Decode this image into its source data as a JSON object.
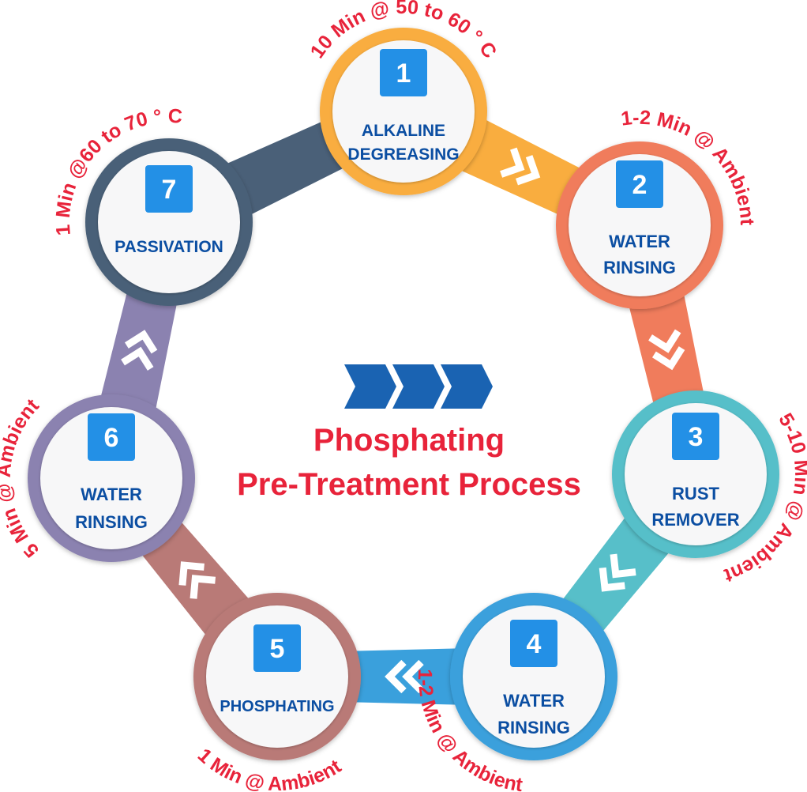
{
  "title": {
    "line1": "Phosphating",
    "line2": "Pre-Treatment Process"
  },
  "steps": [
    {
      "number": "1",
      "label_lines": [
        "ALKALINE",
        "DEGREASING"
      ],
      "timing": "10 Min @ 50 to 60 ° C",
      "color": "#f9ad3f"
    },
    {
      "number": "2",
      "label_lines": [
        "WATER",
        "RINSING"
      ],
      "timing": "1-2 Min @ Ambient",
      "color": "#f07c5c"
    },
    {
      "number": "3",
      "label_lines": [
        "RUST",
        "REMOVER"
      ],
      "timing": "5-10 Min @ Ambient",
      "color": "#57bfc9"
    },
    {
      "number": "4",
      "label_lines": [
        "WATER",
        "RINSING"
      ],
      "timing": "1-2 Min @ Ambient",
      "color": "#3aa0dc"
    },
    {
      "number": "5",
      "label_lines": [
        "PHOSPHATING"
      ],
      "timing": "1 Min @ Ambient",
      "color": "#b97a77"
    },
    {
      "number": "6",
      "label_lines": [
        "WATER",
        "RINSING"
      ],
      "timing": "5 Min @ Ambient",
      "color": "#8b82b0"
    },
    {
      "number": "7",
      "label_lines": [
        "PASSIVATION"
      ],
      "timing": "1 Min @60 to 70 ° C",
      "color": "#4a6078"
    }
  ],
  "colors": {
    "badge": "#2390e6",
    "label_text": "#0b4ea2",
    "timing_text": "#e8233a",
    "title_text": "#e8233a",
    "center_arrows": "#1a63b2",
    "circle_fill": "#f7f7f8"
  },
  "icons": [
    "triple-chevron-arrow-icon",
    "chevron-connector-icon"
  ]
}
